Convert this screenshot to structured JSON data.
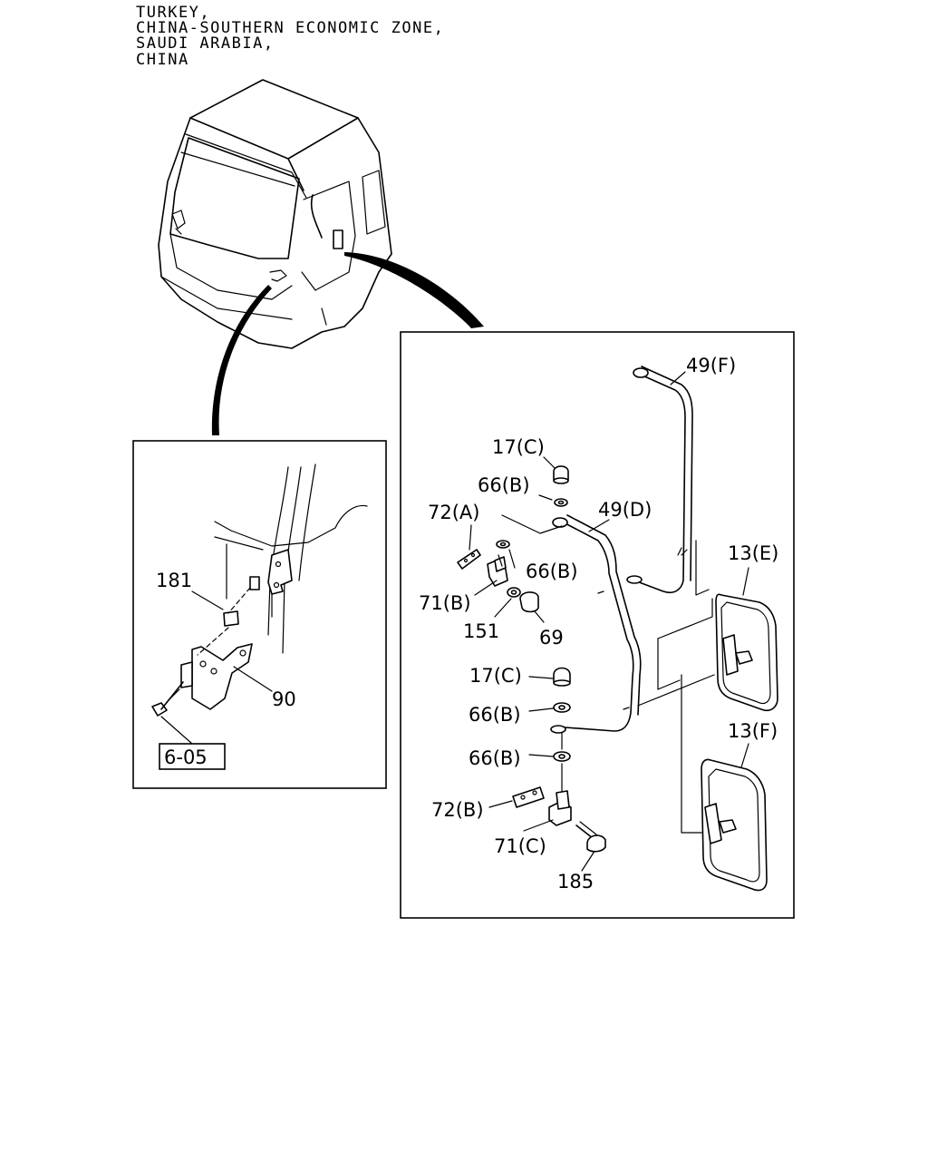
{
  "header": {
    "lines": [
      "TURKEY,",
      "CHINA-SOUTHERN ECONOMIC ZONE,",
      "SAUDI ARABIA,",
      "CHINA"
    ]
  },
  "left_detail": {
    "labels": {
      "p181": "181",
      "p90": "90",
      "ref_605": "6-05"
    }
  },
  "right_detail": {
    "labels": {
      "p49F": "49(F)",
      "p17C_top": "17(C)",
      "p66B_1": "66(B)",
      "p72A": "72(A)",
      "p49D": "49(D)",
      "p66B_2": "66(B)",
      "p71B": "71(B)",
      "p151": "151",
      "p69": "69",
      "p13E": "13(E)",
      "p17C_mid": "17(C)",
      "p66B_3": "66(B)",
      "p66B_4": "66(B)",
      "p13F": "13(F)",
      "p72B": "72(B)",
      "p71C": "71(C)",
      "p185": "185"
    }
  }
}
